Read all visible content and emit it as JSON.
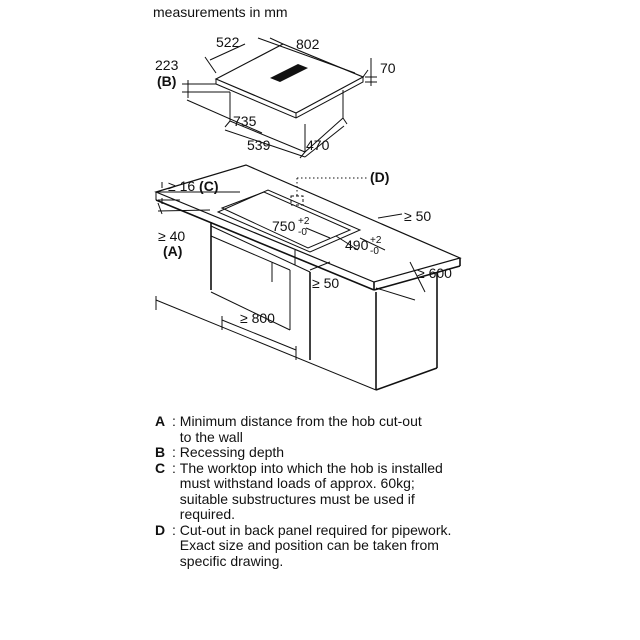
{
  "diagram": {
    "units_caption": "measurements in mm",
    "appliance": {
      "width": "522",
      "depth": "802",
      "height": "70",
      "recess_depth": "223",
      "recess_label": "(B)",
      "base_width": "735",
      "base_depth_front": "539",
      "base_depth_side": "470"
    },
    "worktop": {
      "thickness": "≥ 16",
      "thickness_label": "(C)",
      "cutout_back_label": "(D)",
      "cutout_width": "750",
      "cutout_width_tol": [
        "+2",
        "-0"
      ],
      "cutout_depth": "490",
      "cutout_depth_tol": [
        "+2",
        "-0"
      ],
      "wall_distance": "≥ 40",
      "wall_distance_label": "(A)",
      "side_distance": "≥ 50",
      "front_distance": "≥ 50",
      "worktop_depth": "≥ 600",
      "cabinet_width": "≥ 800"
    }
  },
  "legend": [
    {
      "key": "A",
      "text": "Minimum distance from the hob cut-out\nto the wall"
    },
    {
      "key": "B",
      "text": "Recessing depth"
    },
    {
      "key": "C",
      "text": "The worktop into which the hob is installed\nmust withstand loads of approx. 60kg;\nsuitable substructures must be used if\nrequired."
    },
    {
      "key": "D",
      "text": "Cut-out in back panel required for pipework.\nExact size and position can be taken from\nspecific drawing."
    }
  ]
}
